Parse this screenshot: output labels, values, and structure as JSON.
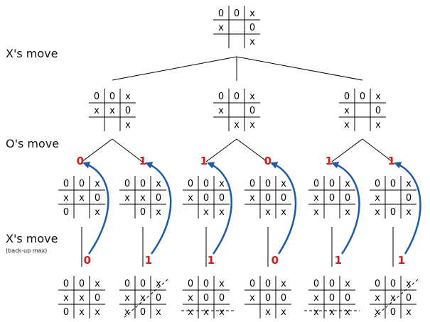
{
  "labels": {
    "x_move_1": "X's move",
    "o_move": "O's move",
    "x_move_2": "X's move",
    "backup_note": "(back-up max)"
  },
  "colors": {
    "score": "#cc1f1f",
    "arrow": "#1f5aa8"
  },
  "nodes": {
    "root": {
      "cells": [
        "0",
        "0",
        "x",
        "x",
        "",
        "0",
        "",
        "",
        "x"
      ]
    },
    "l1_a": {
      "cells": [
        "0",
        "0",
        "x",
        "x",
        "x",
        "0",
        "",
        "",
        "x"
      ]
    },
    "l1_b": {
      "cells": [
        "0",
        "0",
        "x",
        "x",
        "",
        "0",
        "",
        "x",
        "x"
      ]
    },
    "l1_c": {
      "cells": [
        "0",
        "0",
        "x",
        "x",
        "",
        "0",
        "x",
        "",
        "x"
      ]
    },
    "l2_1": {
      "cells": [
        "0",
        "0",
        "x",
        "x",
        "x",
        "0",
        "0",
        "",
        "x"
      ]
    },
    "l2_2": {
      "cells": [
        "0",
        "0",
        "x",
        "x",
        "x",
        "0",
        "",
        "0",
        "x"
      ]
    },
    "l2_3": {
      "cells": [
        "0",
        "0",
        "x",
        "x",
        "0",
        "0",
        "",
        "x",
        "x"
      ]
    },
    "l2_4": {
      "cells": [
        "0",
        "0",
        "x",
        "x",
        "0",
        "0",
        "",
        "x",
        "x"
      ]
    },
    "l2_5": {
      "cells": [
        "0",
        "0",
        "x",
        "x",
        "0",
        "0",
        "x",
        "",
        "x"
      ]
    },
    "l2_6": {
      "cells": [
        "0",
        "0",
        "x",
        "x",
        "",
        "0",
        "x",
        "0",
        "x"
      ]
    },
    "l3_1": {
      "cells": [
        "0",
        "0",
        "x",
        "x",
        "x",
        "0",
        "0",
        "x",
        "x"
      ]
    },
    "l3_2": {
      "cells": [
        "0",
        "0",
        "x",
        "x",
        "x",
        "0",
        "x",
        "0",
        "x"
      ]
    },
    "l3_3": {
      "cells": [
        "0",
        "0",
        "x",
        "x",
        "0",
        "0",
        "x",
        "x",
        "x"
      ]
    },
    "l3_4": {
      "cells": [
        "0",
        "0",
        "x",
        "x",
        "0",
        "0",
        "",
        "x",
        "x"
      ]
    },
    "l3_5": {
      "cells": [
        "0",
        "0",
        "x",
        "x",
        "0",
        "0",
        "x",
        "x",
        "x"
      ]
    },
    "l3_6": {
      "cells": [
        "0",
        "0",
        "x",
        "x",
        "x",
        "0",
        "x",
        "0",
        "x"
      ]
    }
  },
  "scores": {
    "o_values": [
      "0",
      "1",
      "1",
      "0",
      "1",
      "1"
    ],
    "x_values": [
      "0",
      "1",
      "1",
      "0",
      "1",
      "1"
    ]
  }
}
